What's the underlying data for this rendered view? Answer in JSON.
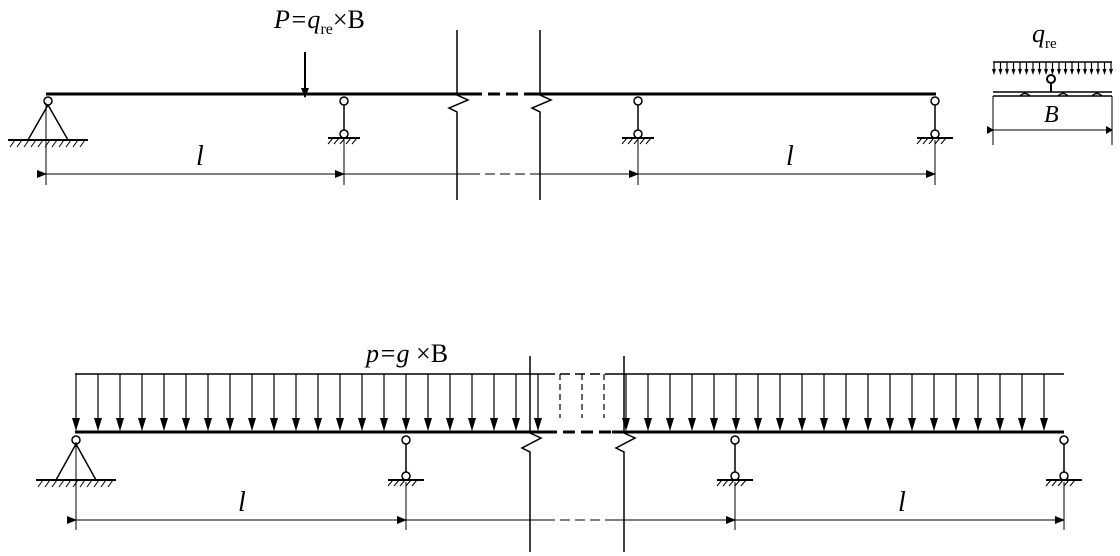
{
  "top_diagram": {
    "load_label": {
      "main": "P=q",
      "sub": "re",
      "rest": "×B"
    },
    "span_left": "l",
    "span_right": "l"
  },
  "section_inset": {
    "load_label": {
      "main": "q",
      "sub": "re"
    },
    "width_label": "B"
  },
  "bottom_diagram": {
    "load_label": {
      "main": "p=g ",
      "rest": "×B"
    },
    "span_left": "l",
    "span_right": "l"
  }
}
